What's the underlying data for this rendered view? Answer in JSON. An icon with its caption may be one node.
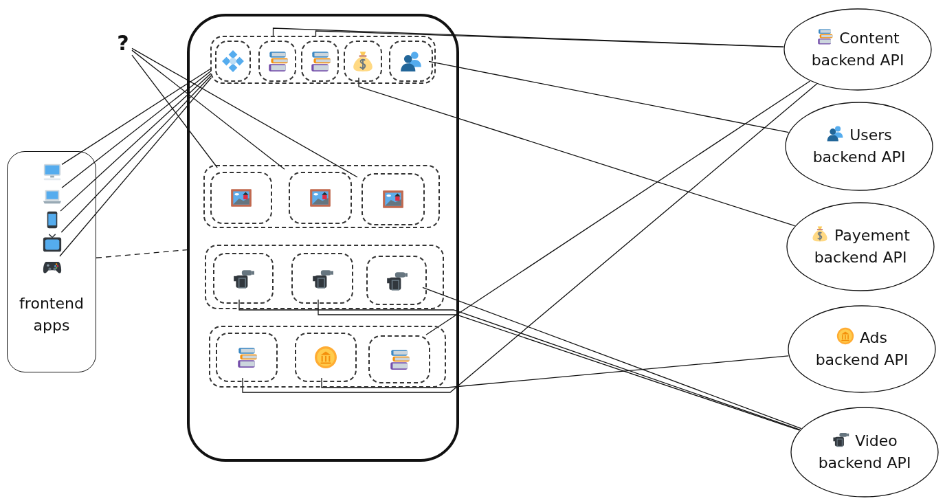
{
  "diagram": {
    "nodes": [
      {
        "text": [
          "frontend apps"
        ]
      },
      {
        "text": [],
        "shape": "picture",
        "in": 0
      },
      {
        "text": [],
        "shape": "picture",
        "in": 0
      },
      {
        "text": [],
        "shape": "picture",
        "in": 0
      },
      {
        "text": [],
        "shape": "picture",
        "in": 0
      },
      {
        "text": [],
        "shape": "picture",
        "in": 0
      },
      {
        "text": [],
        "shape": "box"
      },
      {
        "text": [],
        "shape": "box",
        "in": 6
      },
      {
        "text": [],
        "shape": "box",
        "in": 7
      },
      {
        "text": [],
        "shape": "box",
        "in": 7
      },
      {
        "text": [],
        "shape": "box",
        "in": 7
      },
      {
        "text": [],
        "shape": "box",
        "in": 7
      },
      {
        "text": [],
        "shape": "box",
        "in": 7
      },
      {
        "text": [],
        "shape": "box",
        "in": 6
      },
      {
        "text": [],
        "shape": "box",
        "in": 13
      },
      {
        "text": [],
        "shape": "box",
        "in": 13
      },
      {
        "text": [],
        "shape": "box",
        "in": 13
      },
      {
        "text": [],
        "shape": "box",
        "in": 6
      },
      {
        "text": [],
        "shape": "box",
        "in": 17
      },
      {
        "text": [],
        "shape": "box",
        "in": 17
      },
      {
        "text": [],
        "shape": "box",
        "in": 17
      },
      {
        "text": [],
        "shape": "box",
        "in": 6
      },
      {
        "text": [],
        "shape": "box",
        "in": 21
      },
      {
        "text": [],
        "shape": "box",
        "in": 21
      },
      {
        "text": [],
        "shape": "box",
        "in": 21
      },
      {
        "text": [
          "?"
        ]
      },
      {
        "text": [
          "Content backend API"
        ]
      },
      {
        "text": [
          "Users backend API"
        ]
      },
      {
        "text": [
          "Payement backend API"
        ]
      },
      {
        "text": [
          "Ads backend API"
        ]
      },
      {
        "text": [
          "Video backend API"
        ]
      }
    ],
    "edges": [
      {
        "from": 1,
        "to": 8,
        "arrow": "none"
      },
      {
        "from": 2,
        "to": 8,
        "arrow": "none"
      },
      {
        "from": 3,
        "to": 8,
        "arrow": "none"
      },
      {
        "from": 4,
        "to": 8,
        "arrow": "none"
      },
      {
        "from": 5,
        "to": 8,
        "arrow": "none"
      },
      {
        "from": 0,
        "to": 6,
        "arrow": "none",
        "style": "dashed"
      },
      {
        "from": 25,
        "to": 14,
        "arrow": "none"
      },
      {
        "from": 25,
        "to": 15,
        "arrow": "none"
      },
      {
        "from": 25,
        "to": 16,
        "arrow": "none"
      },
      {
        "from": 9,
        "to": 26,
        "arrow": "none"
      },
      {
        "from": 10,
        "to": 26,
        "arrow": "none"
      },
      {
        "from": 11,
        "to": 28,
        "arrow": "none"
      },
      {
        "from": 12,
        "to": 27,
        "arrow": "none"
      },
      {
        "from": 18,
        "to": 30,
        "arrow": "none"
      },
      {
        "from": 19,
        "to": 30,
        "arrow": "none"
      },
      {
        "from": 20,
        "to": 30,
        "arrow": "none"
      },
      {
        "from": 22,
        "to": 26,
        "arrow": "none"
      },
      {
        "from": 23,
        "to": 29,
        "arrow": "none"
      },
      {
        "from": 24,
        "to": 26,
        "arrow": "none"
      }
    ]
  }
}
